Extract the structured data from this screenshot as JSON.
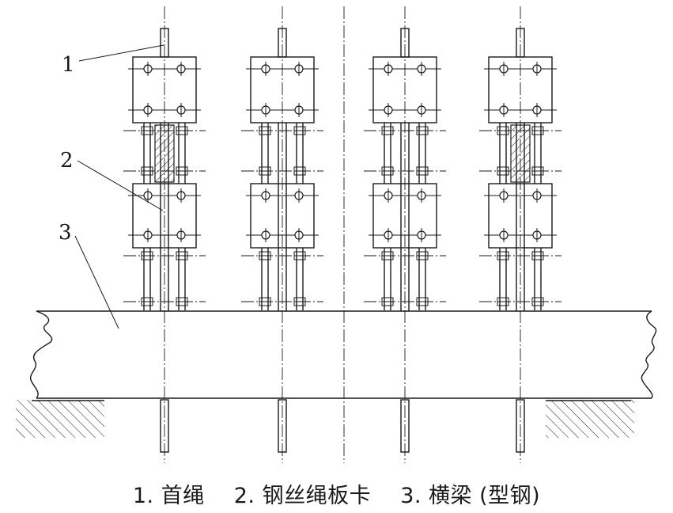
{
  "callouts": [
    "1",
    "2",
    "3"
  ],
  "caption": {
    "item1": "1. 首绳",
    "item2": "2. 钢丝绳板卡",
    "item3": "3. 横梁 (型钢)"
  },
  "assembly": {
    "count": 4,
    "hatched_spacers": [
      true,
      false,
      false,
      true
    ]
  }
}
